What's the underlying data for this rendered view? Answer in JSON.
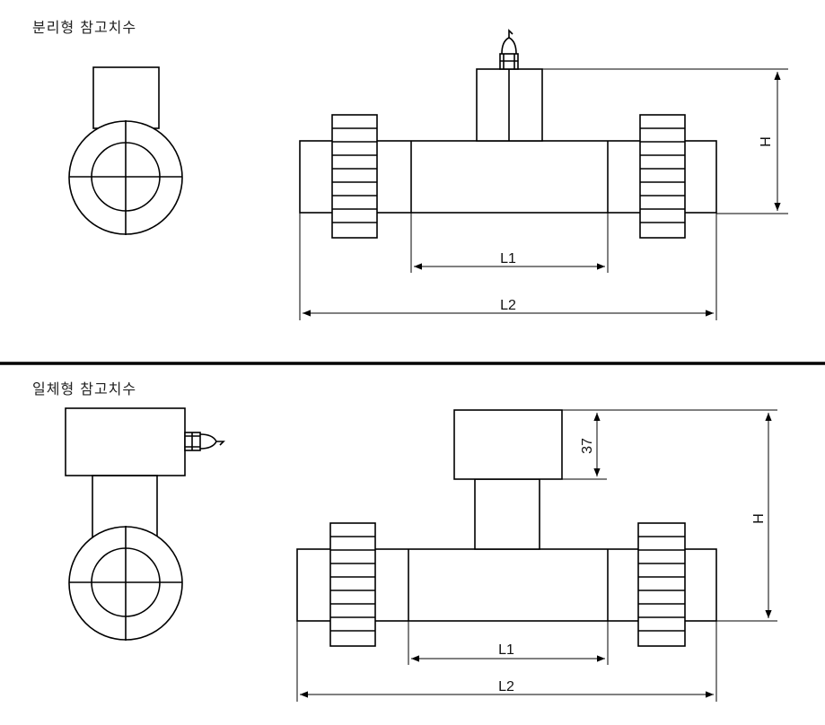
{
  "sections": [
    {
      "title": "분리형 참고치수",
      "labels": {
        "l1": "L1",
        "l2": "L2",
        "h": "H"
      }
    },
    {
      "title": "일체형 참고치수",
      "labels": {
        "l1": "L1",
        "l2": "L2",
        "h": "H",
        "head": "37"
      }
    }
  ],
  "colors": {
    "line": "#000000",
    "background": "#ffffff"
  }
}
